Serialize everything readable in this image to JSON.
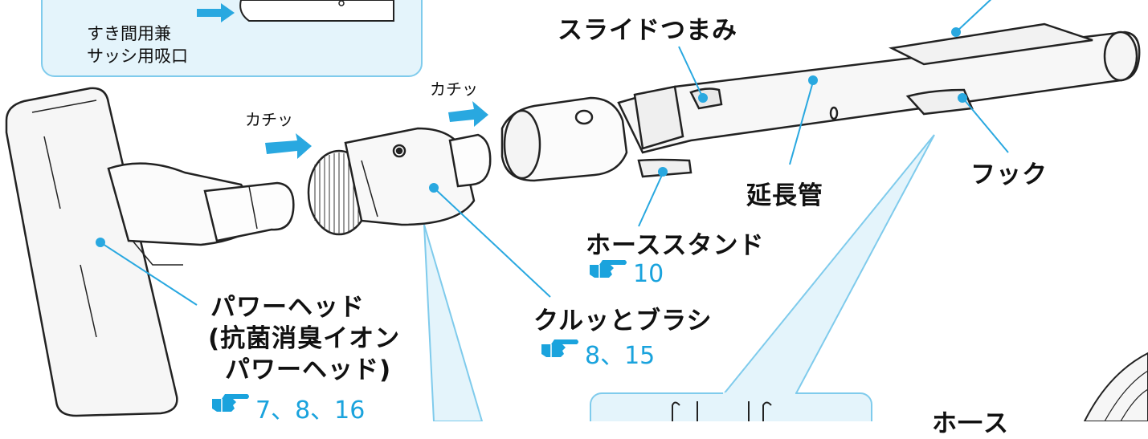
{
  "labels": {
    "slide_knob": "スライドつまみ",
    "hook": "フック",
    "extension_pipe": "延長管",
    "hose_stand": "ホーススタンド",
    "kurutto_brush": "クルッとブラシ",
    "power_head_line1": "パワーヘッド",
    "power_head_line2": "(抗菌消臭イオン",
    "power_head_line3": "パワーヘッド)",
    "crevice_line1": "すき間用兼",
    "crevice_line2": "サッシ用吸口",
    "click_1": "カチッ",
    "click_2": "カチッ",
    "partial_label": "ホ一ス"
  },
  "refs": {
    "hose_stand": "10",
    "kurutto_brush": "8、15",
    "power_head": "7、8、16"
  },
  "colors": {
    "accent": "#1aa3dd",
    "callout_fill": "#e4f4fb",
    "arrow": "#29a8e0",
    "outline": "#222222"
  },
  "icons": [
    "pointing-hand-icon"
  ]
}
